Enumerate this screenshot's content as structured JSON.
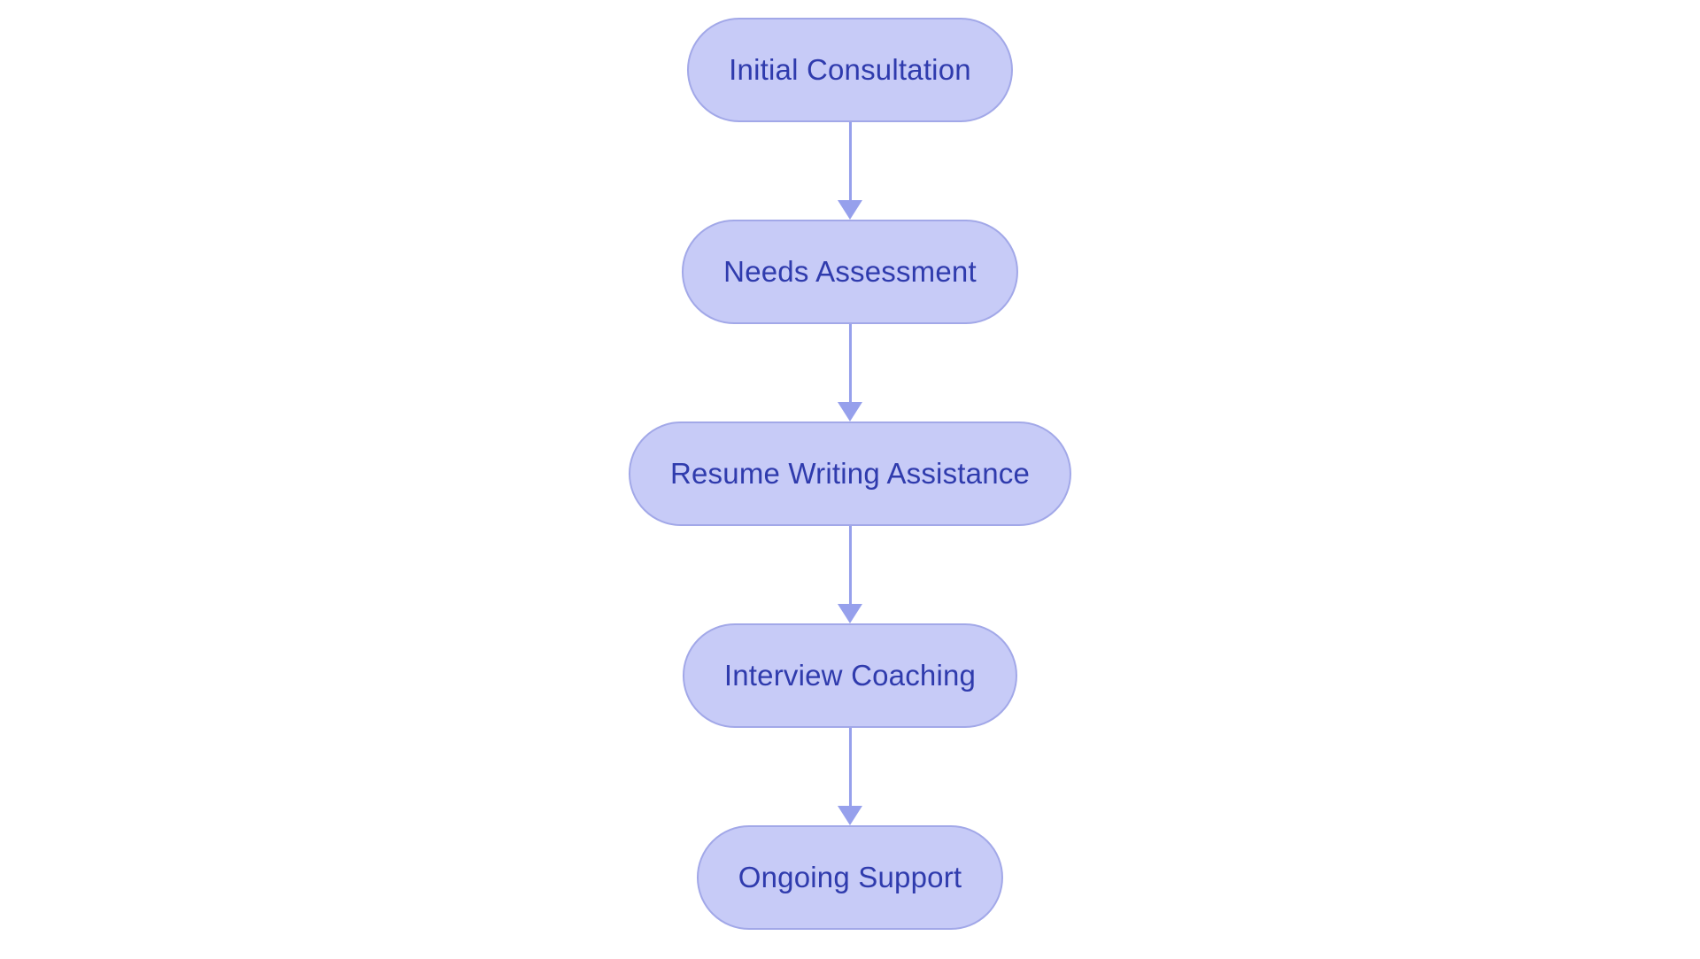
{
  "diagram": {
    "type": "flowchart",
    "direction": "top-down",
    "background": "#ffffff",
    "colors": {
      "node_fill": "#c7cbf7",
      "node_border": "#a2a8e8",
      "node_text": "#2f3bad",
      "arrow": "#96a0ec"
    },
    "nodes": [
      {
        "id": "initial-consultation",
        "label": "Initial Consultation"
      },
      {
        "id": "needs-assessment",
        "label": "Needs Assessment"
      },
      {
        "id": "resume-writing-assistance",
        "label": "Resume Writing Assistance"
      },
      {
        "id": "interview-coaching",
        "label": "Interview Coaching"
      },
      {
        "id": "ongoing-support",
        "label": "Ongoing Support"
      }
    ],
    "edges": [
      {
        "from": "initial-consultation",
        "to": "needs-assessment"
      },
      {
        "from": "needs-assessment",
        "to": "resume-writing-assistance"
      },
      {
        "from": "resume-writing-assistance",
        "to": "interview-coaching"
      },
      {
        "from": "interview-coaching",
        "to": "ongoing-support"
      }
    ]
  }
}
